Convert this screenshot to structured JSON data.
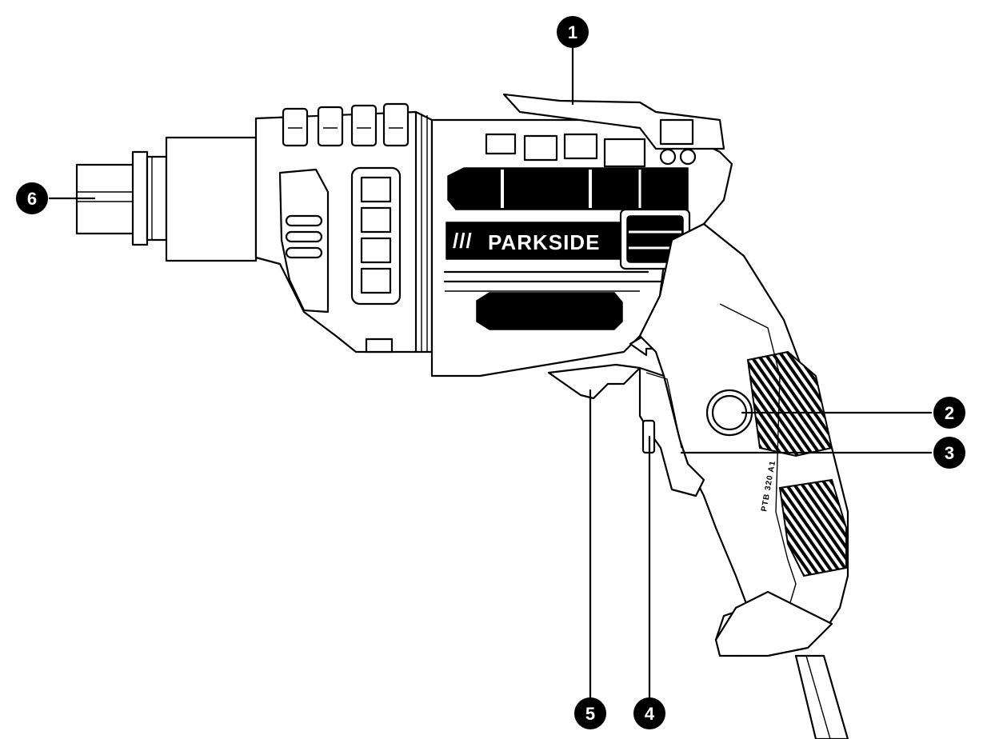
{
  "brand": "PARKSIDE",
  "brand_slashes": "///",
  "model": "PTB 320 A1",
  "callouts": [
    {
      "id": "1",
      "label": "1"
    },
    {
      "id": "2",
      "label": "2"
    },
    {
      "id": "3",
      "label": "3"
    },
    {
      "id": "4",
      "label": "4"
    },
    {
      "id": "5",
      "label": "5"
    },
    {
      "id": "6",
      "label": "6"
    }
  ]
}
